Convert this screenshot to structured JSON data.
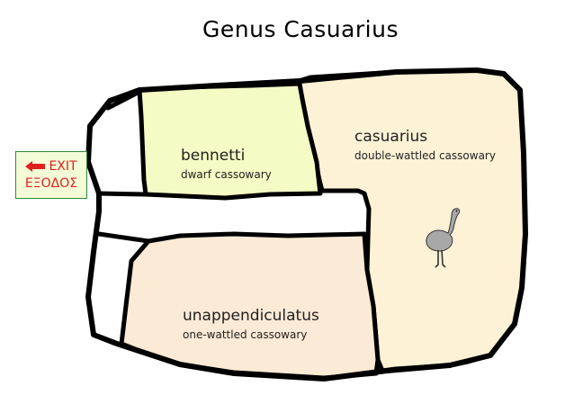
{
  "title": "Genus Casuarius",
  "exit": {
    "line1": "EXIT",
    "line2": "ΕΞΟΔΟΣ"
  },
  "regions": {
    "bennetti": {
      "name": "bennetti",
      "common": "dwarf cassowary",
      "color": "#f4fbc4"
    },
    "casuarius": {
      "name": "casuarius",
      "common": "double-wattled cassowary",
      "color": "#fdf2d6"
    },
    "unappendiculatus": {
      "name": "unappendiculatus",
      "common": "one-wattled cassowary",
      "color": "#fbead5"
    }
  },
  "icons": {
    "cassowary": "cassowary-silhouette-icon",
    "exit_arrow": "left-arrow-icon"
  },
  "colors": {
    "outline": "#000000",
    "exit_text": "#e0201f",
    "exit_border": "#2e8b3a",
    "bird": "#a8a8a8"
  }
}
